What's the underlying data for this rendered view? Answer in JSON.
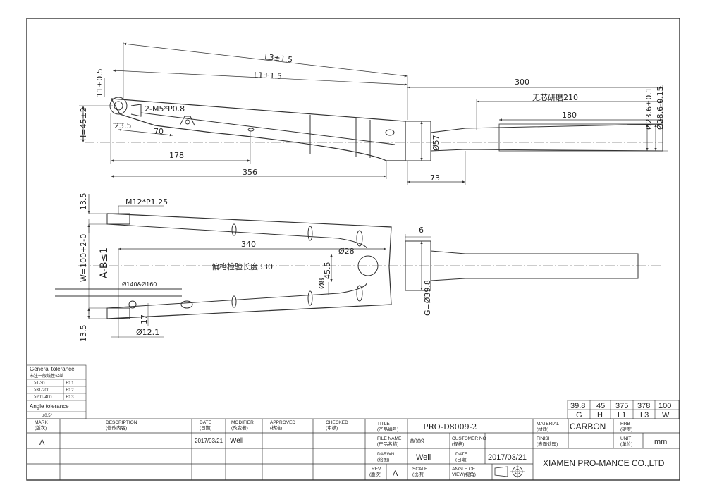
{
  "drawing": {
    "side_view": {
      "dims": {
        "l3": "L3±1.5",
        "l1": "L1±1.5",
        "steerer_len": "300",
        "ground_len": "无芯研磨210",
        "len_180": "180",
        "h_offset": "H=45±2",
        "tol_11": "11±0.5",
        "bolt": "2-M5*P0.8",
        "d235": "23.5",
        "d70": "70",
        "d178": "178",
        "d356": "356",
        "dia57": "Ø57",
        "d73": "73",
        "dia236": "Ø23.6±0.1",
        "dia286": "Ø28.6-0.15"
      }
    },
    "front_view": {
      "dims": {
        "d135_top": "13.5",
        "axle_thread": "M12*P1.25",
        "d6": "6",
        "ab": "A-B≤1",
        "width": "W=100+2-0",
        "d340": "340",
        "d28": "Ø28",
        "d455": "45.5",
        "label_330": "偏格检验长度330",
        "d8": "Ø8",
        "dia140": "Ø140&Ø160",
        "dia398": "G=Ø39.8",
        "d17": "17",
        "dia121": "Ø12.1",
        "d135_bot": "13.5"
      }
    }
  },
  "tolerance_table": {
    "title": "General tolerance",
    "subtitle": "未注一般线性公差",
    "rows": [
      {
        "range": ">1-30",
        "tol": "±0.1"
      },
      {
        "range": ">31-200",
        "tol": "±0.2"
      },
      {
        "range": ">201-400",
        "tol": "±0.3"
      }
    ],
    "angle_title": "Angle tolerance",
    "angle_value": "±0.5°"
  },
  "spec_table": {
    "values": [
      "39.8",
      "45",
      "375",
      "378",
      "100"
    ],
    "keys": [
      "G",
      "H",
      "L1",
      "L3",
      "W"
    ]
  },
  "title_block": {
    "mark": "MARK",
    "mark_cn": "(版次)",
    "description": "DESCRIPTION",
    "description_cn": "(修改内容)",
    "date": "DATE",
    "date_cn": "(日期)",
    "modifier": "MODIFIER",
    "modifier_cn": "(改变者)",
    "approved": "APPROVED",
    "approved_cn": "(核准)",
    "checked": "CHECKED",
    "checked_cn": "(审核)",
    "title": "TITLE",
    "title_cn": "(产品编号)",
    "title_value": "PRO-D8009-2",
    "material": "MATERIAL",
    "material_cn": "(材质)",
    "material_value": "CARBON",
    "hrb": "HRB",
    "hrb_cn": "(硬度)",
    "row_mark": "A",
    "row_date": "2017/03/21",
    "row_modifier": "Well",
    "file_name": "FILE NAME",
    "file_name_cn": "(产品名称)",
    "file_value": "8009",
    "customer_no": "CUSTOMER NO",
    "customer_no_cn": "(规格)",
    "finish": "FINISH",
    "finish_cn": "(表面处理)",
    "unit": "UNIT",
    "unit_cn": "(单位)",
    "unit_value": "mm",
    "drawn": "DARWN",
    "drawn_cn": "(绘图)",
    "drawn_value": "Well",
    "date2": "DATE",
    "date2_cn": "(日期)",
    "date2_value": "2017/03/21",
    "company": "XIAMEN PRO-MANCE CO.,LTD",
    "rev": "REV",
    "rev_cn": "(版次)",
    "rev_value": "A",
    "scale": "SCALE",
    "scale_cn": "(比例)",
    "angle_of_view": "ANGLE OF",
    "angle_of_view2": "VIEW(视角)"
  }
}
